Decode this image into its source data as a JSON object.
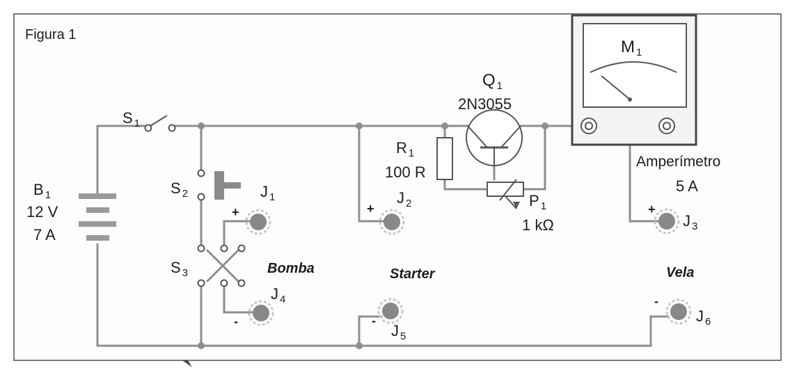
{
  "figure_title": "Figura 1",
  "battery": {
    "ref": "B",
    "ref_sub": "1",
    "voltage": "12 V",
    "capacity": "7 A"
  },
  "switches": {
    "s1": {
      "ref": "S",
      "ref_sub": "1"
    },
    "s2": {
      "ref": "S",
      "ref_sub": "2"
    },
    "s3": {
      "ref": "S",
      "ref_sub": "3"
    }
  },
  "transistor": {
    "ref": "Q",
    "ref_sub": "1",
    "part": "2N3055"
  },
  "resistor": {
    "ref": "R",
    "ref_sub": "1",
    "value": "100 R"
  },
  "potentiometer": {
    "ref": "P",
    "ref_sub": "1",
    "value": "1 kΩ"
  },
  "meter": {
    "ref": "M",
    "ref_sub": "1",
    "name": "Amperímetro",
    "range": "5 A"
  },
  "jacks": [
    {
      "ref": "J",
      "sub": "1",
      "polarity": "+"
    },
    {
      "ref": "J",
      "sub": "2",
      "polarity": "+"
    },
    {
      "ref": "J",
      "sub": "3",
      "polarity": "+"
    },
    {
      "ref": "J",
      "sub": "4",
      "polarity": "-"
    },
    {
      "ref": "J",
      "sub": "5",
      "polarity": "-"
    },
    {
      "ref": "J",
      "sub": "6",
      "polarity": "-"
    }
  ],
  "outputs": {
    "bomba": "Bomba",
    "starter": "Starter",
    "vela": "Vela"
  }
}
